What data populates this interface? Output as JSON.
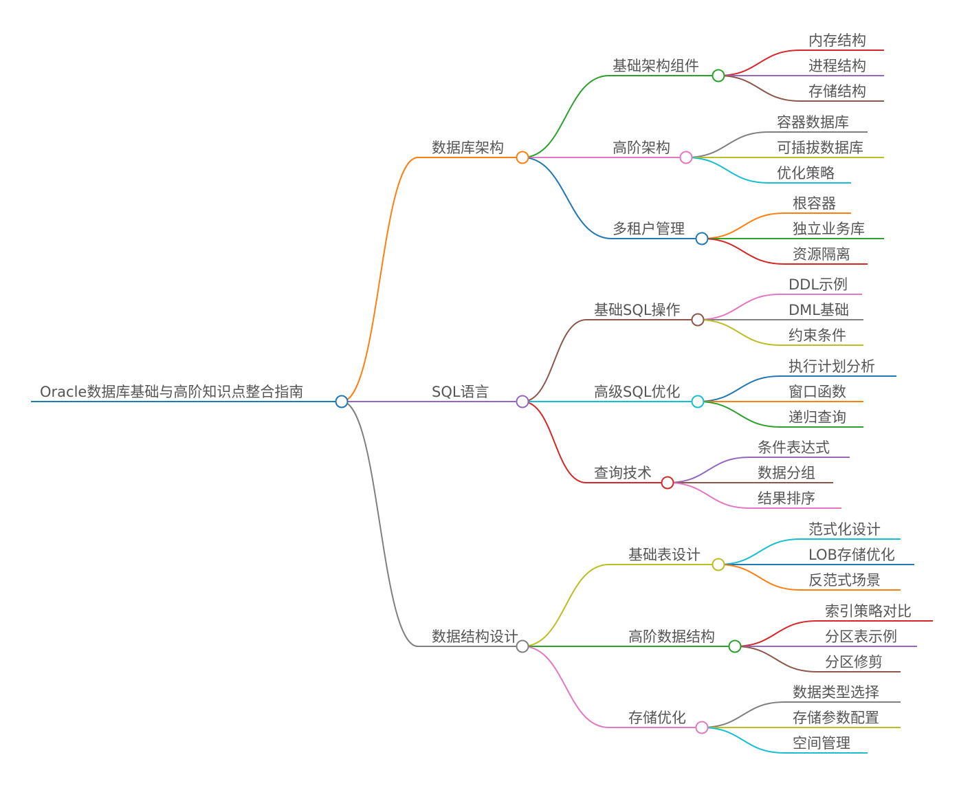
{
  "root": {
    "label": "Oracle数据库基础与高阶知识点整合指南",
    "color": "#1f77b4"
  },
  "branches": [
    {
      "label": "数据库架构",
      "color": "#ff7f0e",
      "children": [
        {
          "label": "基础架构组件",
          "color": "#2ca02c",
          "children": [
            {
              "label": "内存结构",
              "color": "#d62728"
            },
            {
              "label": "进程结构",
              "color": "#9467bd"
            },
            {
              "label": "存储结构",
              "color": "#8c564b"
            }
          ]
        },
        {
          "label": "高阶架构",
          "color": "#e377c2",
          "children": [
            {
              "label": "容器数据库",
              "color": "#7f7f7f"
            },
            {
              "label": "可插拔数据库",
              "color": "#bcbd22"
            },
            {
              "label": "优化策略",
              "color": "#17becf"
            }
          ]
        },
        {
          "label": "多租户管理",
          "color": "#1f77b4",
          "children": [
            {
              "label": "根容器",
              "color": "#ff7f0e"
            },
            {
              "label": "独立业务库",
              "color": "#2ca02c"
            },
            {
              "label": "资源隔离",
              "color": "#d62728"
            }
          ]
        }
      ]
    },
    {
      "label": "SQL语言",
      "color": "#9467bd",
      "children": [
        {
          "label": "基础SQL操作",
          "color": "#8c564b",
          "children": [
            {
              "label": "DDL示例",
              "color": "#e377c2"
            },
            {
              "label": "DML基础",
              "color": "#7f7f7f"
            },
            {
              "label": "约束条件",
              "color": "#bcbd22"
            }
          ]
        },
        {
          "label": "高级SQL优化",
          "color": "#17becf",
          "children": [
            {
              "label": "执行计划分析",
              "color": "#1f77b4"
            },
            {
              "label": "窗口函数",
              "color": "#ff7f0e"
            },
            {
              "label": "递归查询",
              "color": "#2ca02c"
            }
          ]
        },
        {
          "label": "查询技术",
          "color": "#d62728",
          "children": [
            {
              "label": "条件表达式",
              "color": "#9467bd"
            },
            {
              "label": "数据分组",
              "color": "#8c564b"
            },
            {
              "label": "结果排序",
              "color": "#e377c2"
            }
          ]
        }
      ]
    },
    {
      "label": "数据结构设计",
      "color": "#7f7f7f",
      "children": [
        {
          "label": "基础表设计",
          "color": "#bcbd22",
          "children": [
            {
              "label": "范式化设计",
              "color": "#17becf"
            },
            {
              "label": "LOB存储优化",
              "color": "#1f77b4"
            },
            {
              "label": "反范式场景",
              "color": "#ff7f0e"
            }
          ]
        },
        {
          "label": "高阶数据结构",
          "color": "#2ca02c",
          "children": [
            {
              "label": "索引策略对比",
              "color": "#d62728"
            },
            {
              "label": "分区表示例",
              "color": "#9467bd"
            },
            {
              "label": "分区修剪",
              "color": "#8c564b"
            }
          ]
        },
        {
          "label": "存储优化",
          "color": "#e377c2",
          "children": [
            {
              "label": "数据类型选择",
              "color": "#7f7f7f"
            },
            {
              "label": "存储参数配置",
              "color": "#bcbd22"
            },
            {
              "label": "空间管理",
              "color": "#17becf"
            }
          ]
        }
      ]
    }
  ]
}
